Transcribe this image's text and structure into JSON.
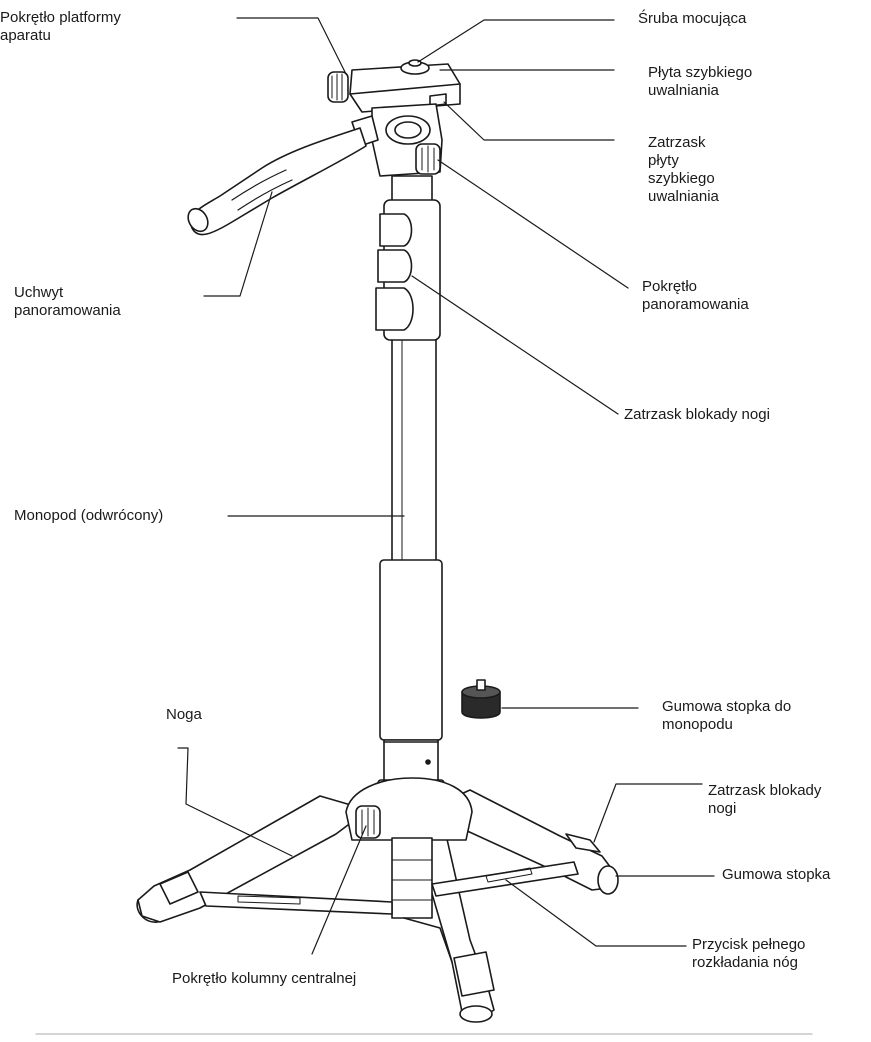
{
  "labels": {
    "pokretlo_platformy": "Pokrętło platformy\naparatu",
    "sruba_mocujaca": "Śruba mocująca",
    "plyta": "Płyta szybkiego\nuwalniania",
    "zatrzask_plyty": "Zatrzask\npłyty\nszybkiego\nuwalniania",
    "uchwyt": "Uchwyt\npanoramowania",
    "pokretlo_panoramowania": "Pokrętło\npanoramowania",
    "zatrzask_blokady_gora": "Zatrzask blokady nogi",
    "monopod": "Monopod (odwrócony)",
    "noga": "Noga",
    "gumowa_stopka_monopodu": "Gumowa stopka do\nmonopodu",
    "zatrzask_blokady_dol": "Zatrzask blokady\nnogi",
    "gumowa_stopka": "Gumowa stopka",
    "przycisk": "Przycisk pełnego\nrozkładania nóg",
    "pokretlo_kolumny": "Pokrętło kolumny centralnej"
  },
  "colors": {
    "line": "#1a1a1a",
    "fill": "#ffffff"
  }
}
